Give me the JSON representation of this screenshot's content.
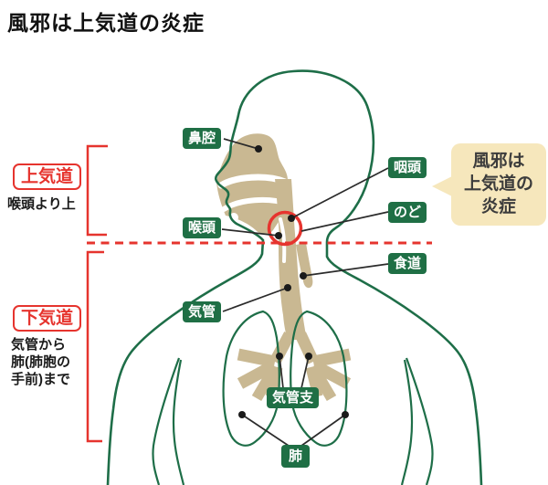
{
  "title": "風邪は上気道の炎症",
  "colors": {
    "label_green": "#1f6f45",
    "outline_green": "#1e6e48",
    "airway_tan": "#c9b892",
    "accent_red": "#e6342e",
    "bubble_cream": "#f6e7bc",
    "connector_black": "#2b2b2b"
  },
  "left_panel": {
    "upper": {
      "box_label": "上気道",
      "caption": "喉頭より上"
    },
    "lower": {
      "box_label": "下気道",
      "caption_lines": [
        "気管から",
        "肺(肺胞の",
        "手前)まで"
      ]
    }
  },
  "anatomy_labels": {
    "nasal_cavity": "鼻腔",
    "pharynx": "咽頭",
    "throat": "のど",
    "larynx": "喉頭",
    "esophagus": "食道",
    "trachea": "気管",
    "bronchi": "気管支",
    "lung": "肺"
  },
  "callout": {
    "lines": [
      "風邪は",
      "上気道の",
      "炎症"
    ]
  }
}
